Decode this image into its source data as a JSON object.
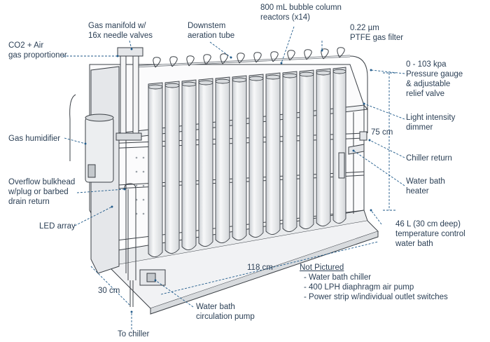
{
  "labels": {
    "co2_air": [
      "CO2 + Air",
      "gas proportioner"
    ],
    "gas_manifold": [
      "Gas manifold w/",
      "16x needle valves"
    ],
    "downstem": [
      "Downstem",
      "aeration tube"
    ],
    "bubble_column": [
      "800 mL bubble column",
      "reactors (x14)"
    ],
    "ptfe_filter": [
      "0.22 µm",
      "PTFE gas filter"
    ],
    "pressure_gauge": [
      "0 - 103 kpa",
      "Pressure gauge",
      "& adjustable",
      "relief valve"
    ],
    "light_dimmer": [
      "Light intensity",
      "dimmer"
    ],
    "chiller_return": [
      "Chiller return"
    ],
    "water_bath_heater": [
      "Water bath",
      "heater"
    ],
    "water_bath_tank": [
      "46 L (30 cm deep)",
      "temperature control",
      "water bath"
    ],
    "gas_humidifier": [
      "Gas humidifier"
    ],
    "overflow": [
      "Overflow bulkhead",
      "w/plug or barbed",
      "drain return"
    ],
    "led_array": [
      "LED array"
    ],
    "circ_pump": [
      "Water bath",
      "circulation pump"
    ],
    "to_chiller": [
      "To chiller"
    ]
  },
  "dimensions": {
    "height": "75 cm",
    "length": "118 cm",
    "depth": "30 cm"
  },
  "not_pictured": {
    "title": "Not Pictured",
    "items": [
      "- Water bath chiller",
      "- 400 LPH diaphragm air pump",
      "- Power strip w/individual outlet switches"
    ]
  },
  "colors": {
    "label_text": "#2b3f55",
    "leader_line": "#1f5a8a",
    "drawing_line": "#3a3f45",
    "fill_light": "#f4f5f6",
    "fill_shade": "#d8dbde"
  }
}
